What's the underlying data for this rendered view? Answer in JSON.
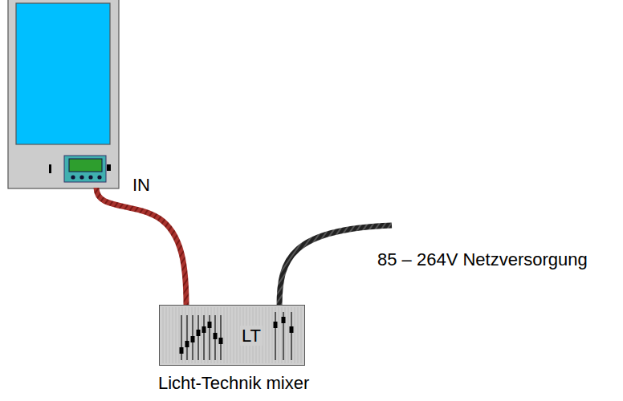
{
  "diagram": {
    "nodes": [
      {
        "text": [
          "LT",
          "Licht-Technik mixer"
        ]
      }
    ],
    "labels": [
      "IN",
      "85 – 264V Netzversorgung"
    ]
  }
}
